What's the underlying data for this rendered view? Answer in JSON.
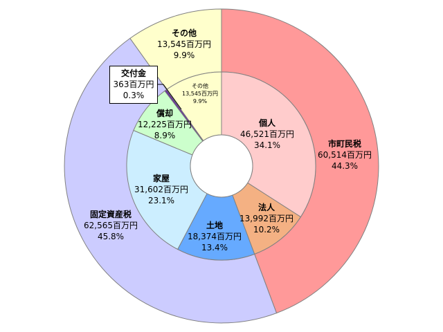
{
  "chart_data": {
    "type": "pie",
    "variant": "double-donut",
    "unit": "百万円",
    "outer_ring": [
      {
        "label": "市町民税",
        "value": 60514,
        "value_text": "60,514百万円",
        "percent": 44.3,
        "percent_text": "44.3%",
        "color": "#ff9999"
      },
      {
        "label": "固定資産税",
        "value": 62565,
        "value_text": "62,565百万円",
        "percent": 45.8,
        "percent_text": "45.8%",
        "color": "#ccccff"
      },
      {
        "label": "その他",
        "value": 13545,
        "value_text": "13,545百万円",
        "percent": 9.9,
        "percent_text": "9.9%",
        "color": "#ffffcc"
      }
    ],
    "inner_ring": [
      {
        "label": "個人",
        "value": 46521,
        "value_text": "46,521百万円",
        "percent": 34.1,
        "percent_text": "34.1%",
        "color": "#ffcccc",
        "parent": "市町民税"
      },
      {
        "label": "法人",
        "value": 13992,
        "value_text": "13,992百万円",
        "percent": 10.2,
        "percent_text": "10.2%",
        "color": "#f4b183",
        "parent": "市町民税"
      },
      {
        "label": "土地",
        "value": 18374,
        "value_text": "18,374百万円",
        "percent": 13.4,
        "percent_text": "13.4%",
        "color": "#66aaff",
        "parent": "固定資産税"
      },
      {
        "label": "家屋",
        "value": 31602,
        "value_text": "31,602百万円",
        "percent": 23.1,
        "percent_text": "23.1%",
        "color": "#cceeff",
        "parent": "固定資産税"
      },
      {
        "label": "償却",
        "value": 12225,
        "value_text": "12,225百万円",
        "percent": 8.9,
        "percent_text": "8.9%",
        "color": "#ccffcc",
        "parent": "固定資産税"
      },
      {
        "label": "交付金",
        "value": 363,
        "value_text": "363百万円",
        "percent": 0.3,
        "percent_text": "0.3%",
        "color": "#663399",
        "parent": "固定資産税"
      },
      {
        "label": "その他",
        "value": 13545,
        "value_text": "13,545百万円",
        "percent": 9.9,
        "percent_text": "9.9%",
        "color": "#ffffcc",
        "parent": "その他"
      }
    ],
    "title": "",
    "legend": "none",
    "start_angle": "12 o'clock, clockwise"
  }
}
